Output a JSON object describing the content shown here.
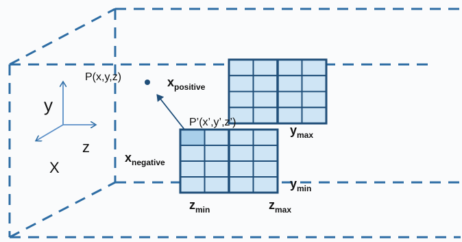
{
  "colors": {
    "frame": "#2e6da4",
    "grid_stroke": "#1f4e79",
    "grid_fill": "#cfe5f5",
    "highlight_fill": "#a9cfea",
    "text": "#111111",
    "background": "#fafbfc"
  },
  "axes": {
    "y": "y",
    "z": "z",
    "x": "X"
  },
  "points": {
    "p": "P(x,y,z)",
    "p_prime": "P’(x’,y’,z’)"
  },
  "labels": {
    "x_positive": {
      "base": "x",
      "sub": "positive"
    },
    "x_negative": {
      "base": "x",
      "sub": "negative"
    },
    "y_max": {
      "base": "y",
      "sub": "max"
    },
    "y_min": {
      "base": "y",
      "sub": "min"
    },
    "z_min": {
      "base": "z",
      "sub": "min"
    },
    "z_max": {
      "base": "z",
      "sub": "max"
    }
  },
  "grids": {
    "front": {
      "rows": 4,
      "cols": 4,
      "highlight_cell": [
        0,
        0
      ]
    },
    "back": {
      "rows": 4,
      "cols": 4
    }
  },
  "icons": {
    "arrow_to_p": "arrow-icon",
    "point_marker": "dot-icon"
  }
}
